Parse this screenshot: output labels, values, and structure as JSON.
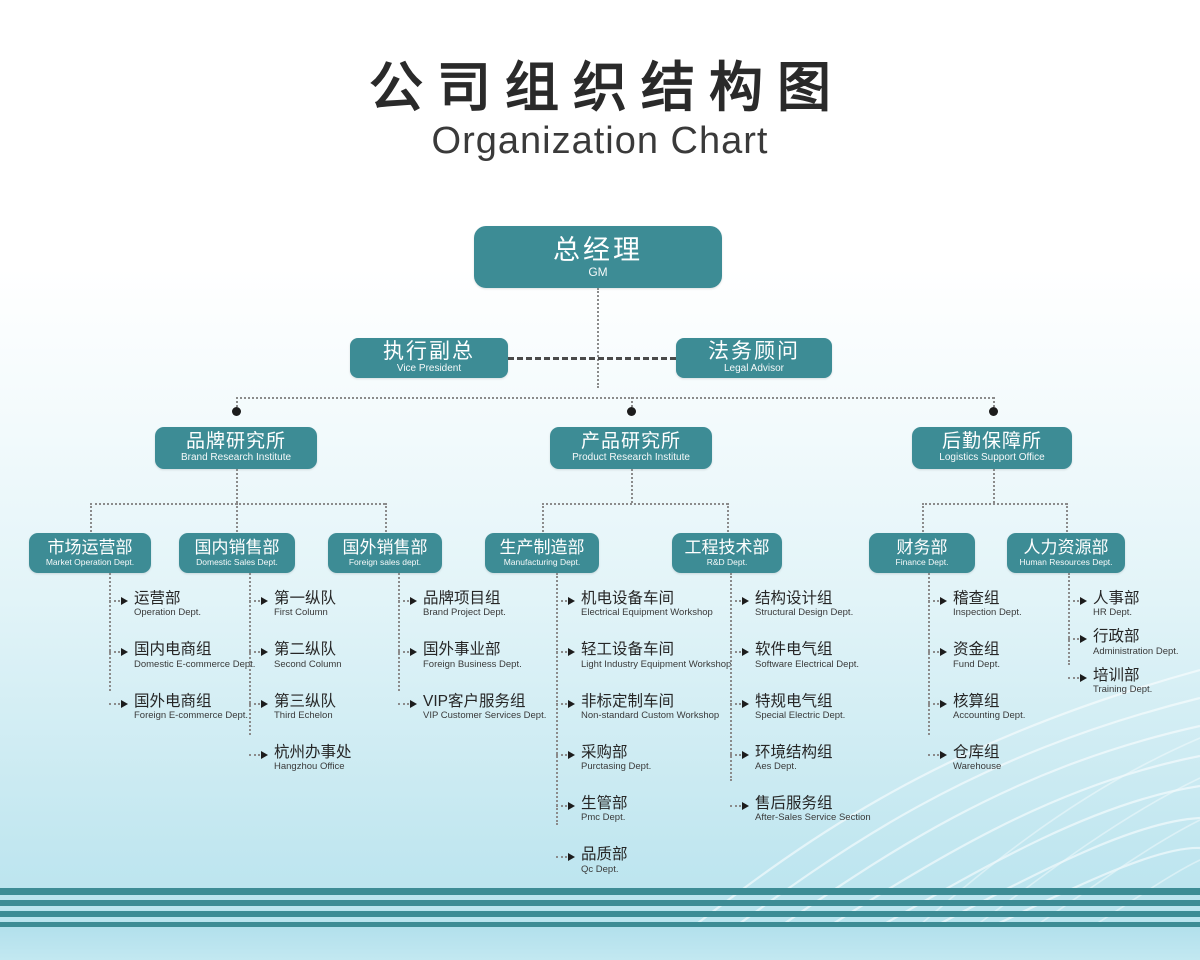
{
  "header": {
    "title_cn": "公司组织结构图",
    "title_en": "Organization Chart"
  },
  "theme": {
    "node_fill": "#3d8c95",
    "node_text": "#ffffff",
    "connector": "#8b8b8b",
    "band": "#3d8c95",
    "bg_top": "#ffffff",
    "bg_bottom": "#b6e2ed"
  },
  "chart_data": {
    "type": "diagram",
    "title": "公司组织结构图 / Organization Chart",
    "root": {
      "cn": "总经理",
      "en": "GM"
    },
    "second_level": [
      {
        "cn": "执行副总",
        "en": "Vice President"
      },
      {
        "cn": "法务顾问",
        "en": "Legal Advisor"
      }
    ],
    "institutes": [
      {
        "cn": "品牌研究所",
        "en": "Brand Research Institute"
      },
      {
        "cn": "产品研究所",
        "en": "Product Research Institute"
      },
      {
        "cn": "后勤保障所",
        "en": "Logistics Support Office"
      }
    ],
    "departments": [
      {
        "cn": "市场运营部",
        "en": "Market Operation Dept."
      },
      {
        "cn": "国内销售部",
        "en": "Domestic Sales Dept."
      },
      {
        "cn": "国外销售部",
        "en": "Foreign sales dept."
      },
      {
        "cn": "生产制造部",
        "en": "Manufacturing Dept."
      },
      {
        "cn": "工程技术部",
        "en": "R&D Dept."
      },
      {
        "cn": "财务部",
        "en": "Finance Dept."
      },
      {
        "cn": "人力资源部",
        "en": "Human Resources Dept."
      }
    ],
    "groups": [
      {
        "parent": "市场运营部",
        "items": [
          {
            "cn": "运营部",
            "en": "Operation Dept."
          },
          {
            "cn": "国内电商组",
            "en": "Domestic E-commerce Dept."
          },
          {
            "cn": "国外电商组",
            "en": "Foreign E-commerce Dept."
          }
        ]
      },
      {
        "parent": "国内销售部",
        "items": [
          {
            "cn": "第一纵队",
            "en": "First Column"
          },
          {
            "cn": "第二纵队",
            "en": "Second Column"
          },
          {
            "cn": "第三纵队",
            "en": "Third Echelon"
          },
          {
            "cn": "杭州办事处",
            "en": "Hangzhou Office"
          }
        ]
      },
      {
        "parent": "国外销售部",
        "items": [
          {
            "cn": "品牌项目组",
            "en": "Brand Project Dept."
          },
          {
            "cn": "国外事业部",
            "en": "Foreign Business Dept."
          },
          {
            "cn": "VIP客户服务组",
            "en": "VIP Customer Services Dept."
          }
        ]
      },
      {
        "parent": "生产制造部",
        "items": [
          {
            "cn": "机电设备车间",
            "en": "Electrical Equipment Workshop"
          },
          {
            "cn": "轻工设备车间",
            "en": "Light Industry Equipment Workshop"
          },
          {
            "cn": "非标定制车间",
            "en": "Non-standard Custom Workshop"
          },
          {
            "cn": "采购部",
            "en": "Purctasing Dept."
          },
          {
            "cn": "生管部",
            "en": "Pmc Dept."
          },
          {
            "cn": "品质部",
            "en": "Qc Dept."
          }
        ]
      },
      {
        "parent": "工程技术部",
        "items": [
          {
            "cn": "结构设计组",
            "en": "Structural Design Dept."
          },
          {
            "cn": "软件电气组",
            "en": "Software Electrical Dept."
          },
          {
            "cn": "特规电气组",
            "en": "Special Electric Dept."
          },
          {
            "cn": "环境结构组",
            "en": "Aes Dept."
          },
          {
            "cn": "售后服务组",
            "en": "After-Sales Service Section"
          }
        ]
      },
      {
        "parent": "财务部",
        "items": [
          {
            "cn": "稽查组",
            "en": "Inspection Dept."
          },
          {
            "cn": "资金组",
            "en": "Fund Dept."
          },
          {
            "cn": "核算组",
            "en": "Accounting Dept."
          },
          {
            "cn": "仓库组",
            "en": "Warehouse"
          }
        ]
      },
      {
        "parent": "人力资源部",
        "items": [
          {
            "cn": "人事部",
            "en": "HR Dept."
          },
          {
            "cn": "行政部",
            "en": "Administration Dept."
          },
          {
            "cn": "培训部",
            "en": "Training Dept."
          }
        ]
      }
    ]
  }
}
